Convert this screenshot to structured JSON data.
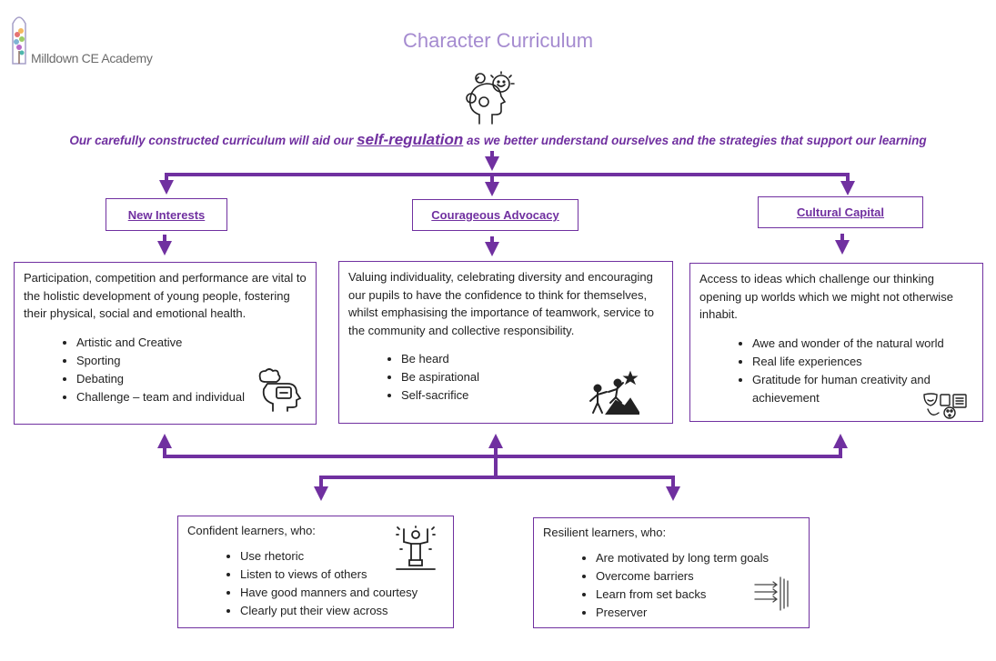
{
  "school": {
    "name": "Milldown CE Academy"
  },
  "title": "Character Curriculum",
  "subtitle": {
    "before": "Our carefully constructed curriculum will aid our",
    "highlight": "self-regulation",
    "after": "as we better understand ourselves and the strategies that support our learning"
  },
  "pillars": [
    {
      "heading": "New Interests",
      "text": "Participation, competition and performance are vital to the holistic development of young people, fostering their physical, social and emotional health.",
      "items": [
        "Artistic and Creative",
        "Sporting",
        "Debating",
        "Challenge – team and individual"
      ],
      "icon": "head-puzzle-icon"
    },
    {
      "heading": "Courageous Advocacy",
      "text": "Valuing individuality, celebrating diversity and encouraging our pupils to have the confidence to think for themselves, whilst emphasising the importance of teamwork, service to the community and collective responsibility.",
      "items": [
        "Be heard",
        "Be aspirational",
        "Self-sacrifice"
      ],
      "icon": "climbers-helping-icon"
    },
    {
      "heading": "Cultural Capital",
      "text": "Access to ideas which challenge our thinking opening up worlds which we might not otherwise inhabit.",
      "items": [
        "Awe and wonder of the natural world",
        "Real life experiences",
        "Gratitude for human creativity and achievement"
      ],
      "icon": "arts-masks-icon"
    }
  ],
  "outcomes": [
    {
      "heading": "Confident learners, who:",
      "items": [
        "Use rhetoric",
        "Listen to views of others",
        "Have good manners and courtesy",
        "Clearly put their view across"
      ],
      "icon": "celebrating-person-icon"
    },
    {
      "heading": "Resilient learners, who:",
      "items": [
        "Are motivated by long term goals",
        "Overcome barriers",
        "Learn from set backs",
        "Preserver"
      ],
      "icon": "arrows-barrier-icon"
    }
  ],
  "colors": {
    "accent": "#7030a0",
    "title": "#a58bd0"
  }
}
